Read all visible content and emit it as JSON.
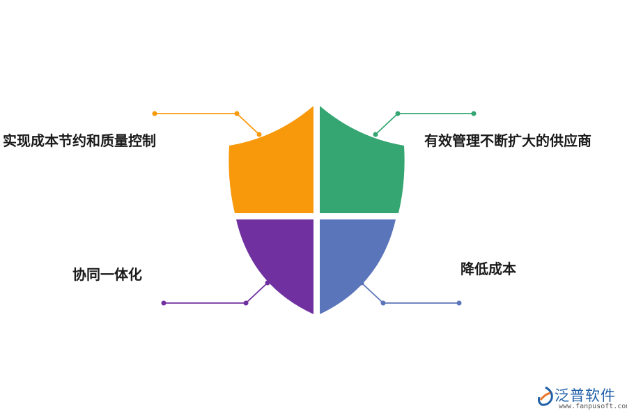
{
  "quadrants": [
    {
      "id": "top-left",
      "label": "实现成本节约和质量控制",
      "color": "#F7990B"
    },
    {
      "id": "top-right",
      "label": "有效管理不断扩大的供应商",
      "color": "#35A671"
    },
    {
      "id": "bottom-left",
      "label": "协同一体化",
      "color": "#7030A0"
    },
    {
      "id": "bottom-right",
      "label": "降低成本",
      "color": "#5B75BA"
    }
  ],
  "watermark": {
    "name": "泛普软件",
    "url": "www.fanpusoft.com"
  }
}
